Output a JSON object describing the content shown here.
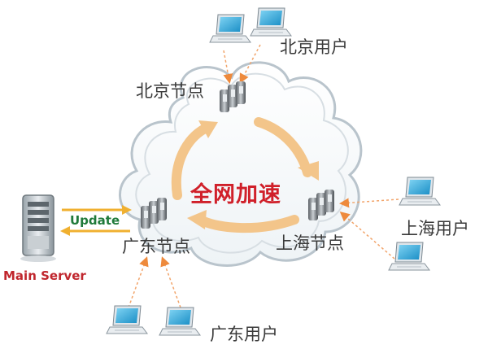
{
  "diagram": {
    "center_label": "全网加速",
    "server_label": "Main Server",
    "update_label": "Update",
    "nodes": {
      "beijing": "北京节点",
      "guangdong": "广东节点",
      "shanghai": "上海节点"
    },
    "user_groups": {
      "beijing": "北京用户",
      "shanghai": "上海用户",
      "guangdong": "广东用户"
    },
    "colors": {
      "cloud_stroke": "#b9c4cc",
      "ring_arrow": "#f3c58a",
      "user_arrow": "#f2a46a",
      "update_arrow": "#f0b030",
      "center_text": "#d0202a",
      "update_text": "#1f7a3a",
      "server_text": "#c0262d",
      "laptop_screen": "#2aa7dc"
    },
    "icons": [
      "laptop-icon",
      "server-icon",
      "phone-cluster-icon",
      "arrow-icon"
    ]
  }
}
